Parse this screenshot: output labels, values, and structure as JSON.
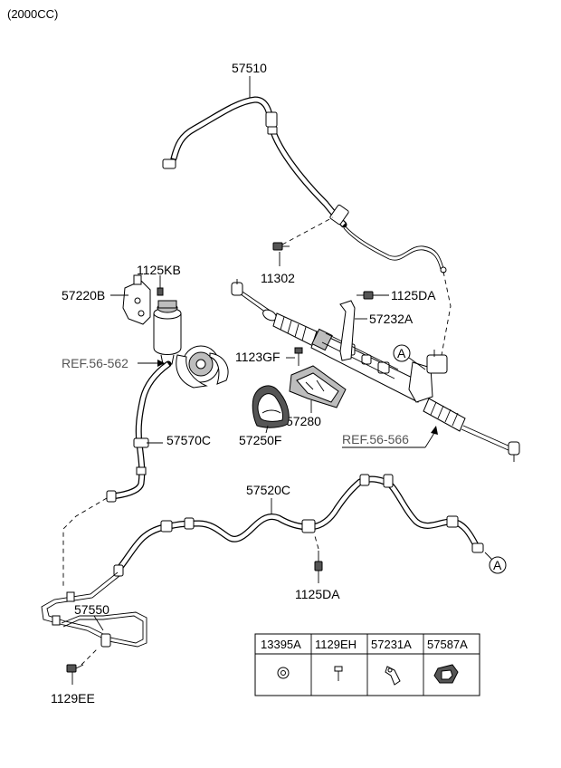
{
  "header": {
    "variant": "(2000CC)"
  },
  "labels": {
    "p57510": "57510",
    "p11302": "11302",
    "p1125KB": "1125KB",
    "p57220B": "57220B",
    "p1125DA_top": "1125DA",
    "p57232A": "57232A",
    "ref56562": "REF.56-562",
    "p1123GF": "1123GF",
    "p57280": "57280",
    "p57570C": "57570C",
    "p57250F": "57250F",
    "ref56566": "REF.56-566",
    "p57520C": "57520C",
    "p1125DA_bottom": "1125DA",
    "p57550": "57550",
    "p1129EE": "1129EE",
    "callout_top": "A",
    "callout_bottom": "A"
  },
  "parts_table": {
    "columns": [
      "13395A",
      "1129EH",
      "57231A",
      "57587A"
    ]
  }
}
